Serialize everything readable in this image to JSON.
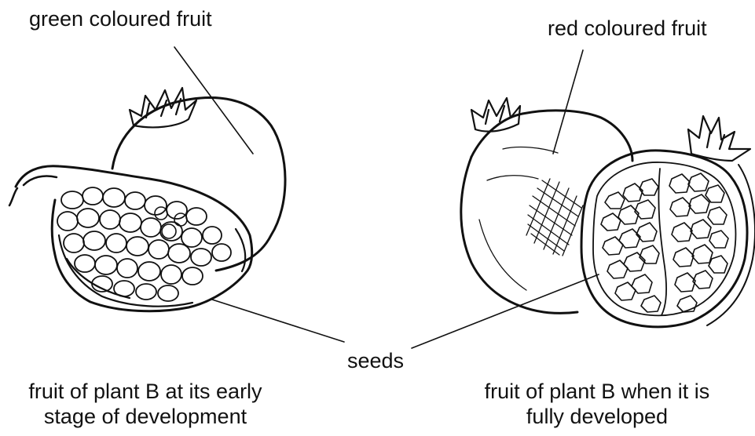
{
  "labels": {
    "green_fruit": "green coloured fruit",
    "red_fruit": "red coloured fruit",
    "seeds": "seeds",
    "caption_left_1": "fruit of plant B at its early",
    "caption_left_2": "stage of development",
    "caption_right_1": "fruit of plant B when it is",
    "caption_right_2": "fully developed"
  },
  "colors": {
    "ink": "#111111",
    "background": "#ffffff"
  }
}
